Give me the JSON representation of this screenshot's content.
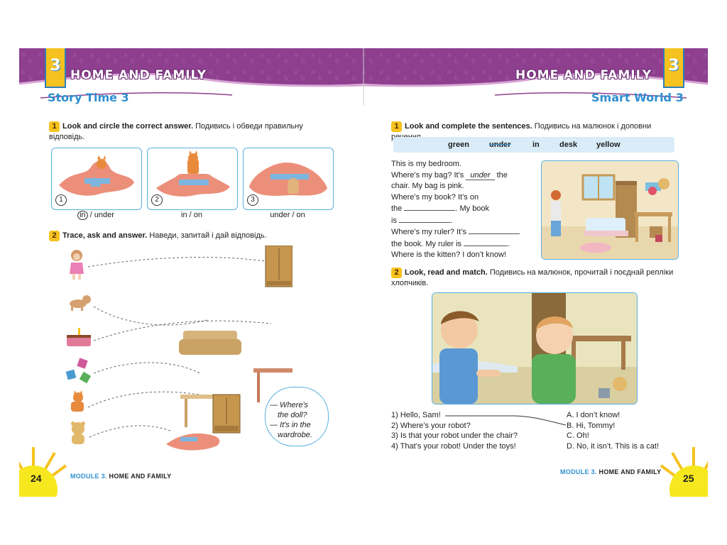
{
  "left_page": {
    "module_number": "3",
    "banner_title": "HOME AND FAMILY",
    "subtitle": "Story Time 3",
    "ex1": {
      "number": "1",
      "instruction_en": "Look and circle the correct answer.",
      "instruction_ua": "Подивись і обведи правильну відповідь.",
      "cards": [
        {
          "num": "1",
          "answer_circled": "in",
          "answer_rest": " / under"
        },
        {
          "num": "2",
          "answer": "in / on"
        },
        {
          "num": "3",
          "answer": "under / on"
        }
      ]
    },
    "ex2": {
      "number": "2",
      "instruction_en": "Trace, ask and answer.",
      "instruction_ua": "Наведи, запитай і дай відповідь.",
      "bubble_line1": "— Where's",
      "bubble_line2": "the doll?",
      "bubble_line3": "— It's in the",
      "bubble_line4": "wardrobe."
    },
    "page_number": "24",
    "footer_module": "MODULE 3.",
    "footer_title": "HOME AND FAMILY"
  },
  "right_page": {
    "module_number": "3",
    "banner_title": "HOME AND FAMILY",
    "subtitle": "Smart World 3",
    "ex1": {
      "number": "1",
      "instruction_en": "Look and complete the sentences.",
      "instruction_ua": "Подивись на малюнок і доповни речення.",
      "words": [
        "green",
        "under",
        "in",
        "desk",
        "yellow"
      ],
      "line1": "This is my bedroom.",
      "line2_a": "Where’s my bag? It’s",
      "line2_filled": "under",
      "line2_b": "the",
      "line3": "chair. My bag is pink.",
      "line4": "Where’s my book? It’s on",
      "line5_a": "the",
      "line5_b": ". My book",
      "line6_a": "is",
      "line6_b": ".",
      "line7": "Where’s my ruler? It’s",
      "line8_a": "the book. My ruler is",
      "line8_b": ".",
      "line9": "Where is the kitten? I don’t know!"
    },
    "ex2": {
      "number": "2",
      "instruction_en": "Look, read and match.",
      "instruction_ua": "Подивись на малюнок, прочитай і поєднай репліки хлопчиків.",
      "questions": [
        "1) Hello, Sam!",
        "2) Where’s your robot?",
        "3) Is that your robot under the chair?",
        "4) That’s your robot! Under the toys!"
      ],
      "answers": [
        "A. I don’t know!",
        "B. Hi, Tommy!",
        "C. Oh!",
        "D. No, it isn’t. This is a cat!"
      ]
    },
    "page_number": "25",
    "footer_module": "MODULE 3.",
    "footer_title": "HOME AND FAMILY"
  },
  "colors": {
    "banner_purple": "#8e3f8e",
    "accent_yellow": "#f6c21f",
    "accent_blue": "#2e8fd0",
    "card_border": "#58b0e0"
  }
}
